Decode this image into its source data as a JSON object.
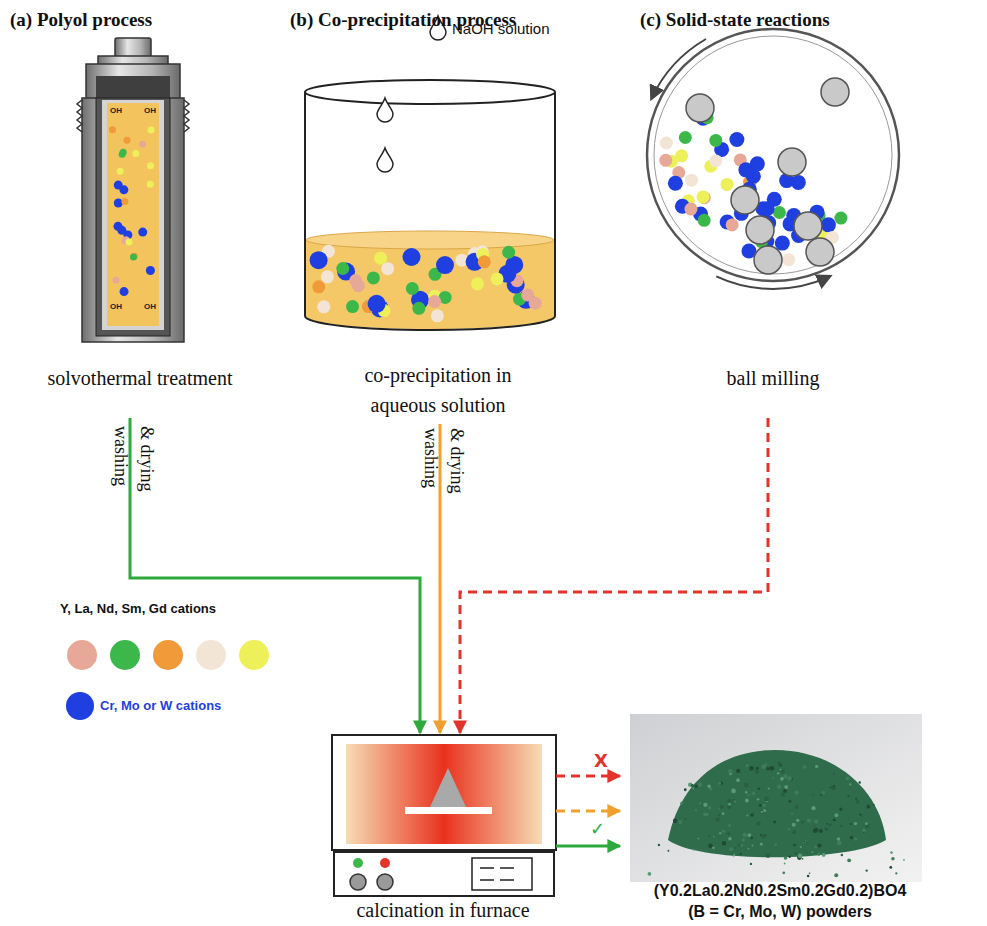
{
  "diagram": {
    "nodes": [
      {
        "text": [
          "(a) Polyol process",
          "solvothermal treatment"
        ]
      },
      {
        "text": [
          "(b) Co-precipitation process",
          "co-precipitation in aqueous solution"
        ]
      },
      {
        "text": [
          "(c) Solid-state reactions",
          "ball milling"
        ]
      },
      {
        "text": [
          "calcination in furnace"
        ]
      },
      {
        "text": [
          "(Y0.2La0.2Nd0.2Sm0.2Gd0.2)BO4 (B = Cr, Mo, W) powders"
        ]
      }
    ],
    "edges": [
      {
        "from": 0,
        "to": 3,
        "arrow": "to",
        "label": "washing & drying"
      },
      {
        "from": 1,
        "to": 3,
        "arrow": "to",
        "label": "washing & drying"
      },
      {
        "from": 2,
        "to": 3,
        "arrow": "to"
      },
      {
        "from": 3,
        "to": 4,
        "arrow": "to",
        "label": "X"
      },
      {
        "from": 3,
        "to": 4,
        "arrow": "to"
      },
      {
        "from": 3,
        "to": 4,
        "arrow": "to",
        "label": "✓"
      }
    ],
    "labels": [
      "NaOH solution",
      "OH",
      "OH",
      "OH",
      "OH"
    ],
    "legend": [
      {
        "text": "Y, La, Nd, Sm, Gd cations"
      },
      {
        "text": "Cr, Mo or W cations",
        "color": "#1f3fe0"
      }
    ]
  }
}
